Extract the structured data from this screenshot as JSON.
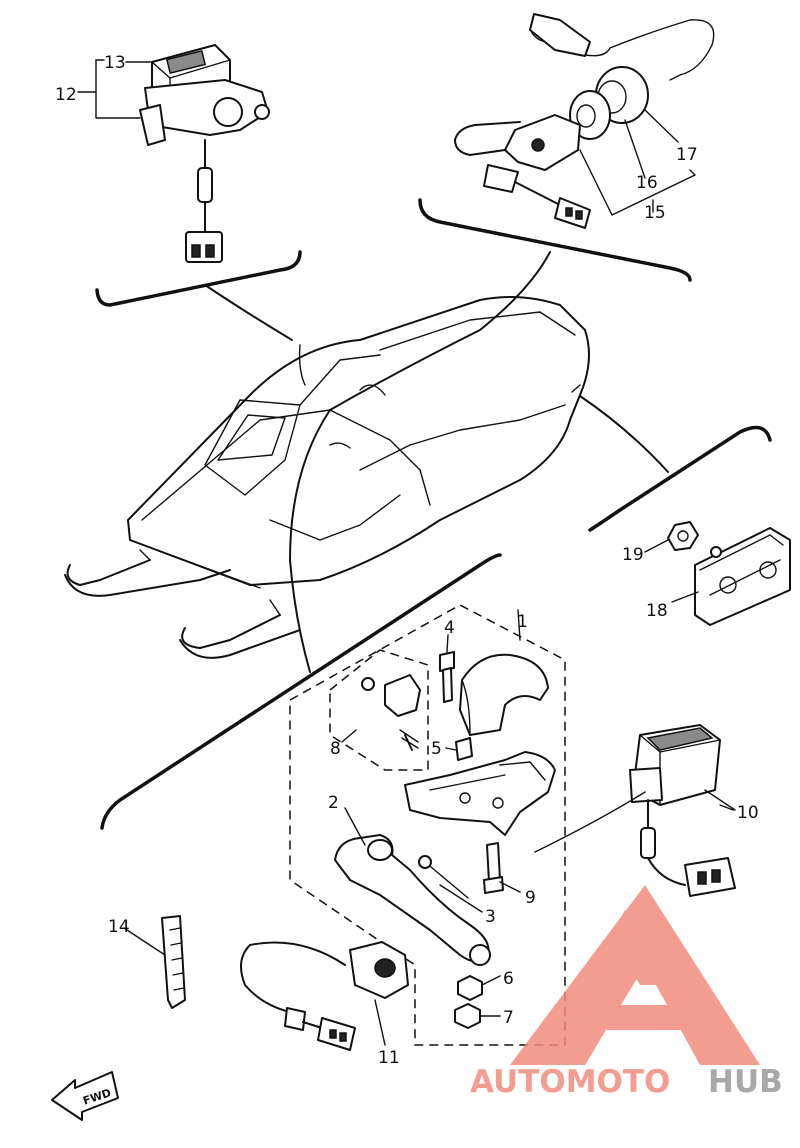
{
  "diagram": {
    "callouts": [
      {
        "id": "c1",
        "label": "1"
      },
      {
        "id": "c2",
        "label": "2"
      },
      {
        "id": "c3",
        "label": "3"
      },
      {
        "id": "c4",
        "label": "4"
      },
      {
        "id": "c5",
        "label": "5"
      },
      {
        "id": "c6",
        "label": "6"
      },
      {
        "id": "c7",
        "label": "7"
      },
      {
        "id": "c8",
        "label": "8"
      },
      {
        "id": "c9",
        "label": "9"
      },
      {
        "id": "c10",
        "label": "10"
      },
      {
        "id": "c11",
        "label": "11"
      },
      {
        "id": "c12",
        "label": "12"
      },
      {
        "id": "c13",
        "label": "13"
      },
      {
        "id": "c14",
        "label": "14"
      },
      {
        "id": "c15",
        "label": "15"
      },
      {
        "id": "c16",
        "label": "16"
      },
      {
        "id": "c17",
        "label": "17"
      },
      {
        "id": "c18",
        "label": "18"
      },
      {
        "id": "c19",
        "label": "19"
      }
    ],
    "fwd_label": "FWD"
  },
  "watermark": {
    "text_part1": "AUTOMOTO",
    "text_part2": "HUB",
    "color_primary": "#f28b7d",
    "color_secondary": "#9a9a9a"
  }
}
